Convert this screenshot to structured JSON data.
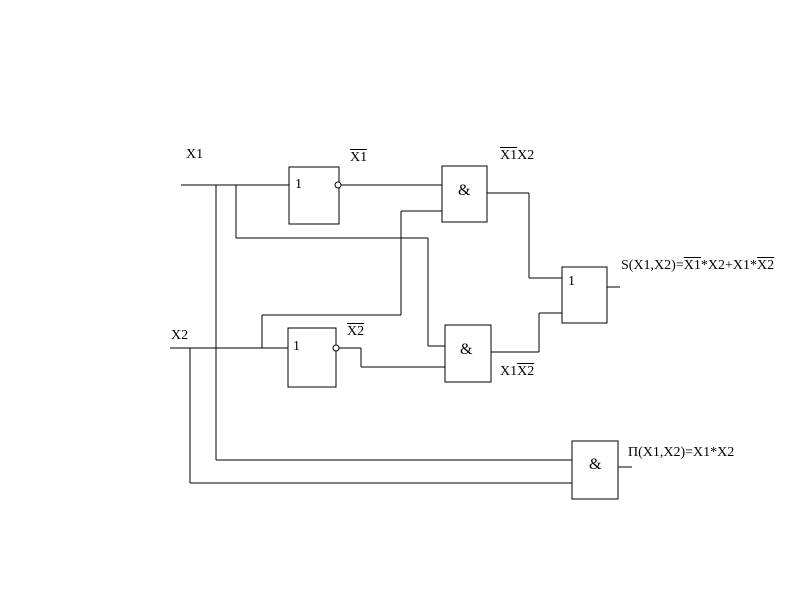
{
  "colors": {
    "line": "#000000",
    "background": "#ffffff"
  },
  "inputs": {
    "x1": "X1",
    "x2": "X2"
  },
  "gates": {
    "not_x1": {
      "symbol": "1"
    },
    "not_x2": {
      "symbol": "1"
    },
    "and_top": {
      "symbol": "&"
    },
    "and_mid": {
      "symbol": "&"
    },
    "or_sum": {
      "symbol": "1"
    },
    "and_product": {
      "symbol": "&"
    }
  },
  "signals": {
    "not_x1": "X1",
    "not_x2": "X2",
    "term1": {
      "a": "X1",
      "b": "X2"
    },
    "term2": {
      "a": "X1",
      "b": "X2"
    }
  },
  "outputs": {
    "sum": {
      "prefix": "S(X1,X2)=",
      "t1": "X1",
      "t2": "*X2+X1*",
      "t3": "X2"
    },
    "product": "П(X1,X2)=X1*X2"
  }
}
